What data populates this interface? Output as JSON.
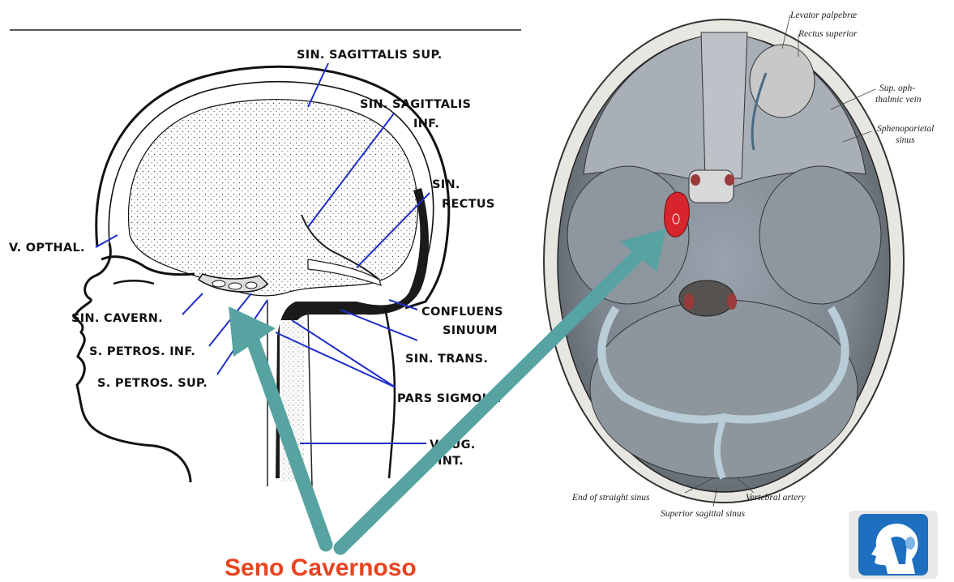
{
  "left_figure": {
    "labels": {
      "sagittalis_sup": "SIN. SAGITTALIS SUP.",
      "sagittalis_inf_1": "SIN. SAGITTALIS",
      "sagittalis_inf_2": "INF.",
      "rectus_1": "SIN.",
      "rectus_2": "RECTUS",
      "opthal": "V. OPTHAL.",
      "cavern": "SIN. CAVERN.",
      "petros_inf": "S. PETROS. INF.",
      "petros_sup": "S. PETROS. SUP.",
      "confluens_1": "CONFLUENS",
      "confluens_2": "SINUUM",
      "trans": "SIN. TRANS.",
      "sigmoid": "PARS SIGMOID.",
      "jug_1": "V. JUG.",
      "jug_2": "INT."
    }
  },
  "right_figure": {
    "labels": {
      "levator": "Levator palpebræ",
      "rectus_superior": "Rectus superior",
      "sup_oph_1": "Sup. oph-",
      "sup_oph_2": "thalmic vein",
      "spheno_1": "Sphenoparietal",
      "spheno_2": "sinus",
      "end_straight": "End of straight sinus",
      "vertebral": "Vertebral artery",
      "sup_sagittal": "Superior sagittal sinus"
    }
  },
  "caption": "Seno Cavernoso",
  "colors": {
    "arrow": "#56a3a1",
    "caption": "#e8431f",
    "sinus_line": "#1f2ec8",
    "cavernous_highlight": "#d8242c"
  }
}
